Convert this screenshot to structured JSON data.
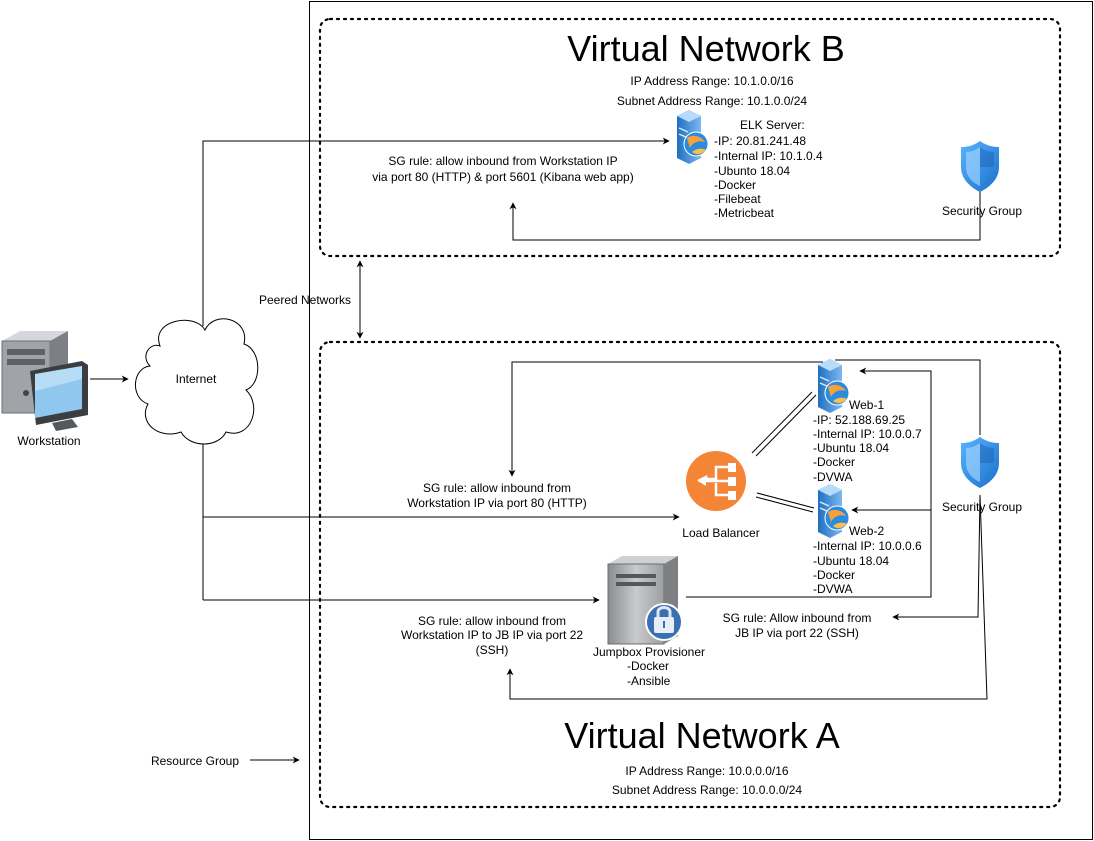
{
  "vnet_b": {
    "title": "Virtual Network B",
    "ip_range": "IP Address Range: 10.1.0.0/16",
    "subnet_range": "Subnet Address Range: 10.1.0.0/24",
    "elk_lines": [
      "ELK Server:",
      "-IP: 20.81.241.48",
      "-Internal IP: 10.1.0.4",
      "-Ubunto 18.04",
      "-Docker",
      "-Filebeat",
      "-Metricbeat"
    ],
    "sg_rule_lines": [
      "SG rule: allow inbound from Workstation IP",
      "via port 80 (HTTP) & port  5601 (Kibana web app)"
    ],
    "security_group": "Security Group"
  },
  "vnet_a": {
    "title": "Virtual Network A",
    "ip_range": "IP Address Range: 10.0.0.0/16",
    "subnet_range": "Subnet Address Range: 10.0.0.0/24",
    "web1_label": "Web-1",
    "web1_lines": [
      "-IP: 52.188.69.25",
      "-Internal IP: 10.0.0.7",
      "-Ubuntu 18.04",
      "-Docker",
      "-DVWA"
    ],
    "web2_label": "Web-2",
    "web2_lines": [
      "-Internal IP: 10.0.0.6",
      "-Ubuntu 18.04",
      "-Docker",
      "-DVWA"
    ],
    "load_balancer": "Load Balancer",
    "lb_sg_rule_lines": [
      "SG rule: allow inbound from",
      "Workstation IP via port 80 (HTTP)"
    ],
    "jb_sg_rule_lines": [
      "SG rule: allow inbound from",
      "Workstation IP to JB IP via port 22",
      "(SSH)"
    ],
    "jump_lines": [
      "Jumpbox Provisioner",
      "-Docker",
      "-Ansible"
    ],
    "web_sg_rule_lines": [
      "SG rule: Allow inbound from",
      "JB IP via port 22 (SSH)"
    ],
    "security_group": "Security Group"
  },
  "peered_networks": "Peered Networks",
  "internet": "Internet",
  "workstation": "Workstation",
  "resource_group": "Resource Group",
  "colors": {
    "azure_blue": "#2d7fd3",
    "lb_orange": "#f58536",
    "server_gray": "#a7a9ac"
  }
}
